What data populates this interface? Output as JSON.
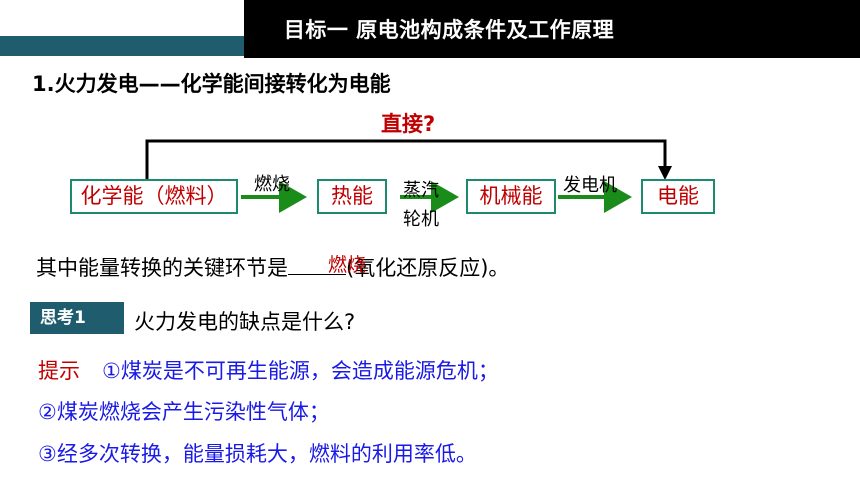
{
  "header": {
    "title": "目标一   原电池构成条件及工作原理"
  },
  "section_title": "1.火力发电——化学能间接转化为电能",
  "flow": {
    "question": "直接?",
    "boxes": [
      "化学能（燃料）",
      "热能",
      "机械能",
      "电能"
    ],
    "arrow_labels": [
      "燃烧",
      "蒸汽",
      "轮机",
      "发电机"
    ]
  },
  "sentence": {
    "before": "其中能量转换的关键环节是",
    "blank_answer": "燃烧",
    "after": "(氧化还原反应)。"
  },
  "thinking": {
    "label": "思考1",
    "question": "火力发电的缺点是什么?"
  },
  "answer": {
    "hint_label": "提示",
    "lines": [
      "①煤炭是不可再生能源，会造成能源危机；",
      "②煤炭燃烧会产生污染性气体；",
      "③经多次转换，能量损耗大，燃料的利用率低。"
    ]
  },
  "colors": {
    "teal": "#1f5d6e",
    "box_border": "#1c8a6c",
    "arrow": "#1a8c1a",
    "red": "#c00000",
    "blue": "#1a1ae6"
  }
}
